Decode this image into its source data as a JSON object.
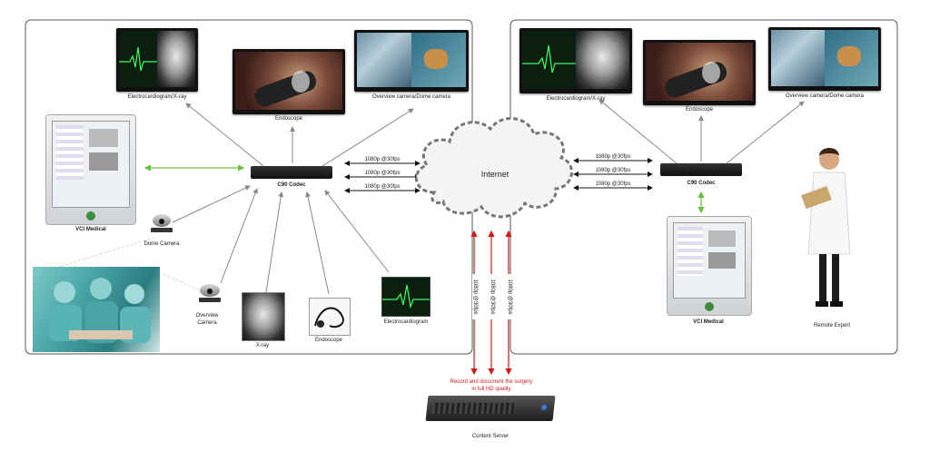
{
  "left_site": {
    "monitors": {
      "ecg_xray": "Electrocardiogram/X-ray",
      "endoscope": "Endoscope",
      "overview_dome": "Overview camera/Dome camera"
    },
    "codec": "C90 Codec",
    "vci": "VCI Medical",
    "dome_camera": "Dome Camera",
    "overview_camera": "Overview\nCamera",
    "sources": {
      "xray": "X-ray",
      "endoscope": "Endoscope",
      "ecg": "Electrocardiogram"
    }
  },
  "links": [
    "1080p @30fps",
    "1080p @30fps",
    "1080p @30fps"
  ],
  "links_right": [
    "1080p @30fps",
    "1080p @30fps",
    "1080p @30fps"
  ],
  "cloud": "Internet",
  "vertical_links": [
    "1080p @30fps",
    "1080p @30fps",
    "1080p @30fps"
  ],
  "right_site": {
    "monitors": {
      "ecg_xray": "Electrocardiogram/X-ray",
      "endoscope": "Endoscope",
      "overview_dome": "Overview camera/Dome camera"
    },
    "codec": "C90 Codec",
    "vci": "VCI Medical",
    "expert": "Remote Expert"
  },
  "record_note": "Record and document the surgery\nin full HD quality",
  "content_server": "Content Server",
  "colors": {
    "green_link": "#6abf3c",
    "red_link": "#d01818",
    "frame": "#555555"
  }
}
